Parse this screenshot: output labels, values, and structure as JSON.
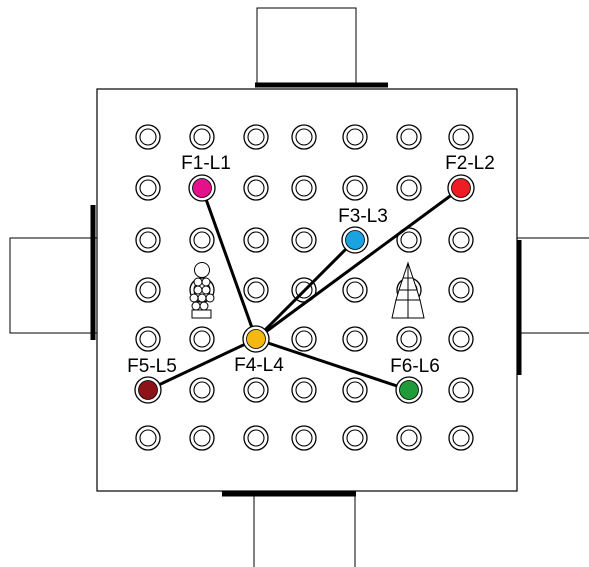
{
  "hub": {
    "label": "F4-L4",
    "color": "#f5b80e"
  },
  "nodes": [
    {
      "id": "n1",
      "label": "F1-L1",
      "color": "#e3128c"
    },
    {
      "id": "n2",
      "label": "F2-L2",
      "color": "#ee1c24"
    },
    {
      "id": "n3",
      "label": "F3-L3",
      "color": "#1aa3e0"
    },
    {
      "id": "n5",
      "label": "F5-L5",
      "color": "#8c1418"
    },
    {
      "id": "n6",
      "label": "F6-L6",
      "color": "#1f9b3a"
    }
  ],
  "grid": {
    "columns": 7,
    "rows": 7
  },
  "colors": {
    "ring": "#000000",
    "line": "#000000",
    "background": "#ffffff"
  }
}
